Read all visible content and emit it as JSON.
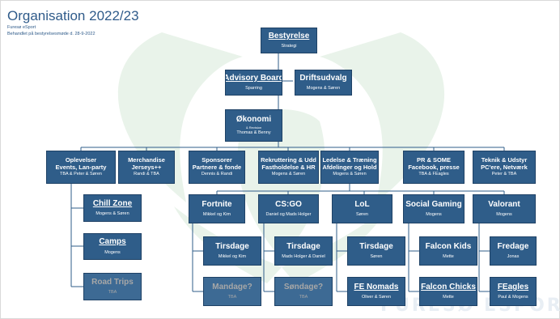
{
  "header": {
    "title": "Organisation 2022/23",
    "org": "Furesø eSport",
    "approved": "Behandlet på bestyrelsesmøde d. 28-9-2022"
  },
  "watermark": {
    "text": "FURESØ ESPORT"
  },
  "top": {
    "board": {
      "title": "Bestyrelse",
      "sub": "Strategi"
    },
    "advisory": {
      "title": "Advisory Board",
      "sub": "Sparring"
    },
    "ops": {
      "title": "Driftsudvalg",
      "sub": "Mogens & Søren"
    },
    "economy": {
      "title": "Økonomi",
      "note": "& Revision",
      "sub": "Thomas & Benny"
    }
  },
  "committees": [
    {
      "title": "Oplevelser",
      "title2": "Events, Lan-party",
      "sub": "TBA & Peter & Søren"
    },
    {
      "title": "Merchandise",
      "title2": "Jerseys++",
      "sub": "Randi & TBA"
    },
    {
      "title": "Sponsorer",
      "title2": "Partnere & fonde",
      "sub": "Dennis & Randi"
    },
    {
      "title": "Rekruttering & Udd",
      "title2": "Fastholdelse & HR",
      "sub": "Mogens & Søren"
    },
    {
      "title": "Ledelse & Træning",
      "title2": "Afdelinger og Hold",
      "sub": "Mogens & Søren"
    },
    {
      "title": "PR & SOME",
      "title2": "Facebook, presse",
      "sub": "TBA & FEagles"
    },
    {
      "title": "Teknik & Udstyr",
      "title2": "PC'ere, Netværk",
      "sub": "Peter & TBA"
    }
  ],
  "events": [
    {
      "title": "Chill Zone",
      "sub": "Mogens & Søren"
    },
    {
      "title": "Camps",
      "sub": "Mogens"
    },
    {
      "title": "Road Trips",
      "sub": "TBA"
    }
  ],
  "games": [
    {
      "title": "Fortnite",
      "sub": "Mikkel og Kim"
    },
    {
      "title": "CS:GO",
      "sub": "Daniel og Mads Holger"
    },
    {
      "title": "LoL",
      "sub": "Søren"
    },
    {
      "title": "Social Gaming",
      "sub": "Mogens"
    },
    {
      "title": "Valorant",
      "sub": "Mogens"
    }
  ],
  "teams_row1": [
    {
      "title": "Tirsdage",
      "sub": "Mikkel og Kim"
    },
    {
      "title": "Tirsdage",
      "sub": "Mads Holger & Daniel"
    },
    {
      "title": "Tirsdage",
      "sub": "Søren"
    },
    {
      "title": "Falcon Kids",
      "sub": "Mette"
    },
    {
      "title": "Fredage",
      "sub": "Jonas"
    }
  ],
  "teams_row2": [
    {
      "title": "Mandage?",
      "sub": "TBA"
    },
    {
      "title": "Søndage?",
      "sub": "TBA"
    },
    {
      "title": "FE Nomads",
      "sub": "Oliver & Søren"
    },
    {
      "title": "Falcon Chicks",
      "sub": "Mette"
    },
    {
      "title": "FEagles",
      "sub": "Paul & Mogens"
    }
  ]
}
